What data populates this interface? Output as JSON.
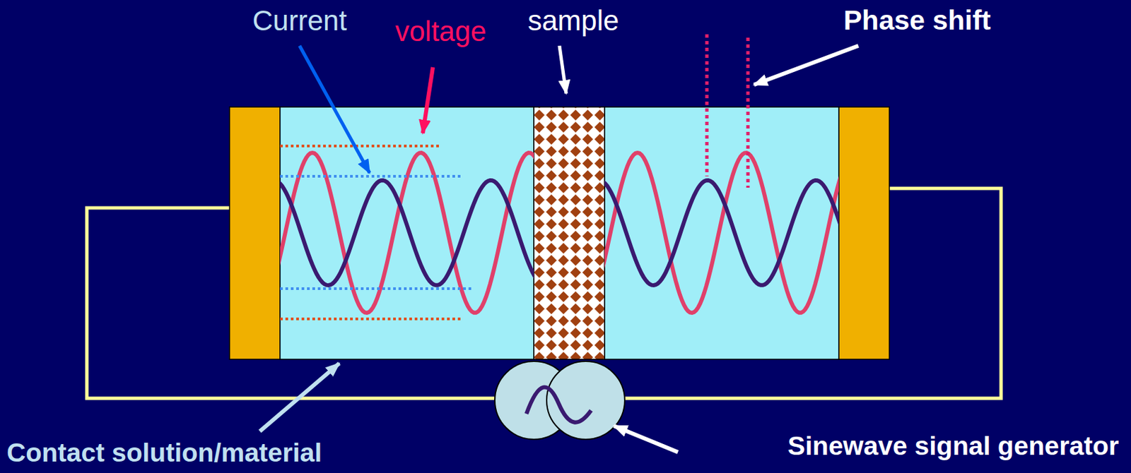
{
  "diagram": {
    "labels": [
      "Current",
      "voltage",
      "sample",
      "Phase shift",
      "Contact solution/material",
      "Sinewave signal generator"
    ]
  }
}
